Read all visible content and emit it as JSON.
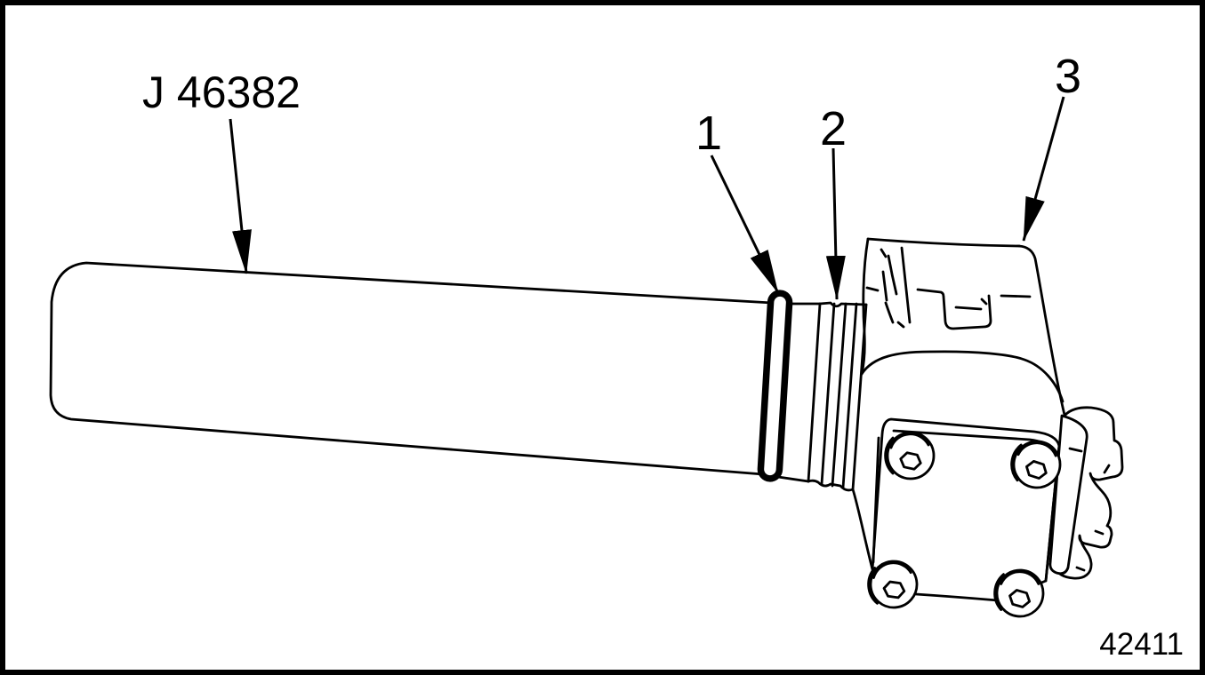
{
  "figure": {
    "tool_label": "J 46382",
    "callouts": [
      {
        "label": "1"
      },
      {
        "label": "2"
      },
      {
        "label": "3"
      }
    ],
    "figure_number": "42411",
    "colors": {
      "line": "#000000",
      "background": "#ffffff",
      "border": "#000000"
    }
  }
}
